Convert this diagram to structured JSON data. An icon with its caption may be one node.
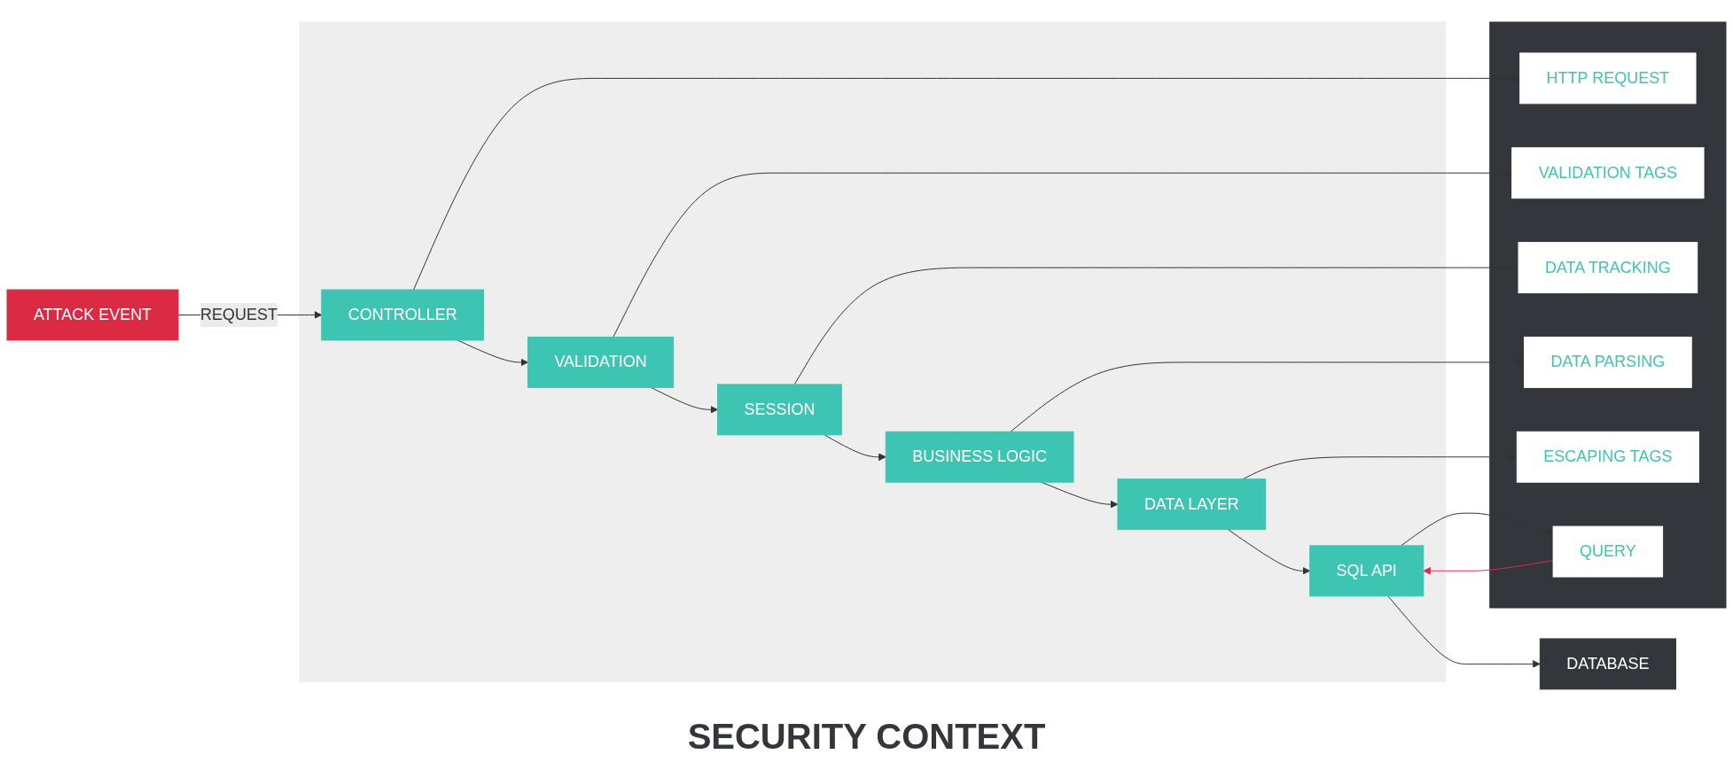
{
  "diagram": {
    "nodes": [
      {
        "text": [
          "ATTACK EVENT"
        ]
      },
      {
        "text": [],
        "shape": "box"
      },
      {
        "text": [
          "CONTROLLER"
        ],
        "in": 1
      },
      {
        "text": [
          "VALIDATION"
        ],
        "in": 1
      },
      {
        "text": [
          "SESSION"
        ],
        "in": 1
      },
      {
        "text": [
          "BUSINESS LOGIC"
        ],
        "in": 1
      },
      {
        "text": [
          "DATA LAYER"
        ],
        "in": 1
      },
      {
        "text": [
          "SQL API"
        ],
        "in": 1
      },
      {
        "text": [
          "DATABASE"
        ]
      },
      {
        "text": [],
        "shape": "box"
      },
      {
        "text": [
          "HTTP REQUEST"
        ],
        "in": 9
      },
      {
        "text": [
          "VALIDATION TAGS"
        ],
        "in": 9
      },
      {
        "text": [
          "DATA TRACKING"
        ],
        "in": 9
      },
      {
        "text": [
          "DATA PARSING"
        ],
        "in": 9
      },
      {
        "text": [
          "ESCAPING TAGS"
        ],
        "in": 9
      },
      {
        "text": [
          "QUERY"
        ],
        "in": 9
      }
    ],
    "edges": [
      {
        "from": 0,
        "to": 2,
        "arrow": "to",
        "label": "REQUEST"
      },
      {
        "from": 2,
        "to": 3,
        "arrow": "to"
      },
      {
        "from": 3,
        "to": 4,
        "arrow": "to"
      },
      {
        "from": 4,
        "to": 5,
        "arrow": "to"
      },
      {
        "from": 5,
        "to": 6,
        "arrow": "to"
      },
      {
        "from": 6,
        "to": 7,
        "arrow": "to"
      },
      {
        "from": 7,
        "to": 8,
        "arrow": "to"
      },
      {
        "from": 2,
        "to": 10,
        "arrow": "to"
      },
      {
        "from": 3,
        "to": 11,
        "arrow": "to"
      },
      {
        "from": 4,
        "to": 12,
        "arrow": "to"
      },
      {
        "from": 5,
        "to": 13,
        "arrow": "to"
      },
      {
        "from": 6,
        "to": 14,
        "arrow": "to"
      },
      {
        "from": 7,
        "to": 15,
        "arrow": "to"
      },
      {
        "from": 15,
        "to": 7,
        "arrow": "to",
        "color": "#e0294a"
      }
    ],
    "labels": [
      "SECURITY CONTEXT"
    ]
  }
}
